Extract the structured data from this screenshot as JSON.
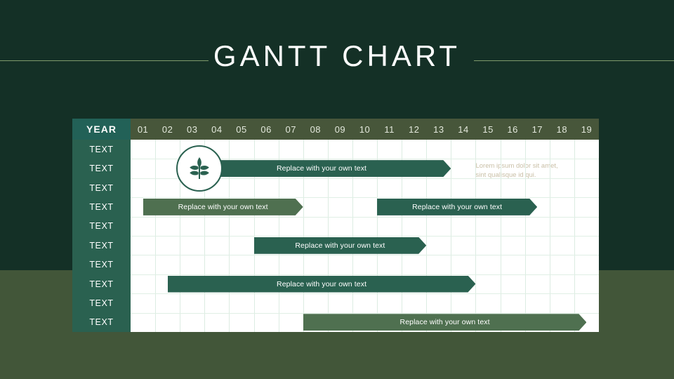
{
  "slide": {
    "title": "GANTT CHART",
    "background_top_color": "#143026",
    "background_bottom_color": "#425639",
    "divider_color": "#7f9a6b"
  },
  "table": {
    "year_header_label": "YEAR",
    "year_header_color": "#226157",
    "month_header_color": "#47563a",
    "row_label_color": "#2a6150",
    "plot_background": "#ffffff",
    "grid_line_color": "#dcece2",
    "month_headers": [
      "01",
      "02",
      "03",
      "04",
      "05",
      "06",
      "07",
      "08",
      "09",
      "10",
      "11",
      "12",
      "13",
      "14",
      "15",
      "16",
      "17",
      "18",
      "19"
    ],
    "row_labels": [
      "TEXT",
      "TEXT",
      "TEXT",
      "TEXT",
      "TEXT",
      "TEXT",
      "TEXT",
      "TEXT",
      "TEXT",
      "TEXT"
    ]
  },
  "icons": {
    "leaf_badge": "leaf-icon",
    "leaf_color": "#2a6150"
  },
  "annotation": {
    "text": "Lorem ipsum dolor sit amet,\nsint qualisque id qui.",
    "color": "#c9bfa6"
  },
  "bar_colors": {
    "dark": "#2a6150",
    "light": "#4f7050"
  },
  "chart_data": {
    "type": "bar",
    "title": "GANTT CHART",
    "xlabel": "",
    "ylabel": "",
    "categories": [
      "TEXT",
      "TEXT",
      "TEXT",
      "TEXT",
      "TEXT",
      "TEXT",
      "TEXT",
      "TEXT",
      "TEXT",
      "TEXT"
    ],
    "x_tick_labels": [
      "01",
      "02",
      "03",
      "04",
      "05",
      "06",
      "07",
      "08",
      "09",
      "10",
      "11",
      "12",
      "13",
      "14",
      "15",
      "16",
      "17",
      "18",
      "19"
    ],
    "xlim": [
      1,
      20
    ],
    "grid": true,
    "legend": "none",
    "tasks": [
      {
        "row": 2,
        "label": "Replace with your own text",
        "start": 3.5,
        "end": 14.0,
        "color": "dark"
      },
      {
        "row": 4,
        "label": "Replace with your own text",
        "start": 1.5,
        "end": 8.0,
        "color": "light"
      },
      {
        "row": 4,
        "label": "Replace with your own text",
        "start": 11.0,
        "end": 17.5,
        "color": "dark"
      },
      {
        "row": 6,
        "label": "Replace with your own text",
        "start": 6.0,
        "end": 13.0,
        "color": "dark"
      },
      {
        "row": 8,
        "label": "Replace with your own text",
        "start": 2.5,
        "end": 15.0,
        "color": "dark"
      },
      {
        "row": 10,
        "label": "Replace with your own text",
        "start": 8.0,
        "end": 19.5,
        "color": "light"
      }
    ]
  }
}
